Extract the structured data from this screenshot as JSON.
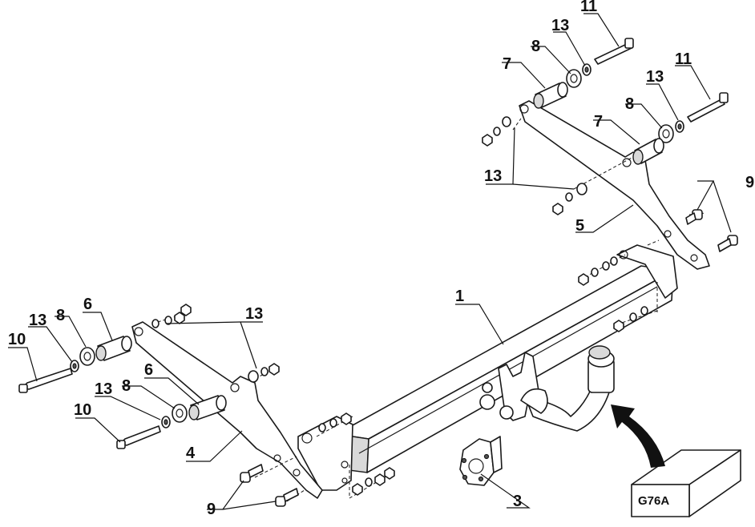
{
  "diagram": {
    "callouts": {
      "c1": "1",
      "c3": "3",
      "c4": "4",
      "c5": "5",
      "c6a": "6",
      "c6b": "6",
      "c7a": "7",
      "c7b": "7",
      "c8a": "8",
      "c8b": "8",
      "c8c": "8",
      "c8d": "8",
      "c9a": "9",
      "c9b": "9",
      "c10a": "10",
      "c10b": "10",
      "c11a": "11",
      "c11b": "11",
      "c13a": "13",
      "c13b": "13",
      "c13c": "13",
      "c13d": "13",
      "c13e": "13",
      "c13f": "13"
    },
    "kit_box_code": "G76A"
  }
}
